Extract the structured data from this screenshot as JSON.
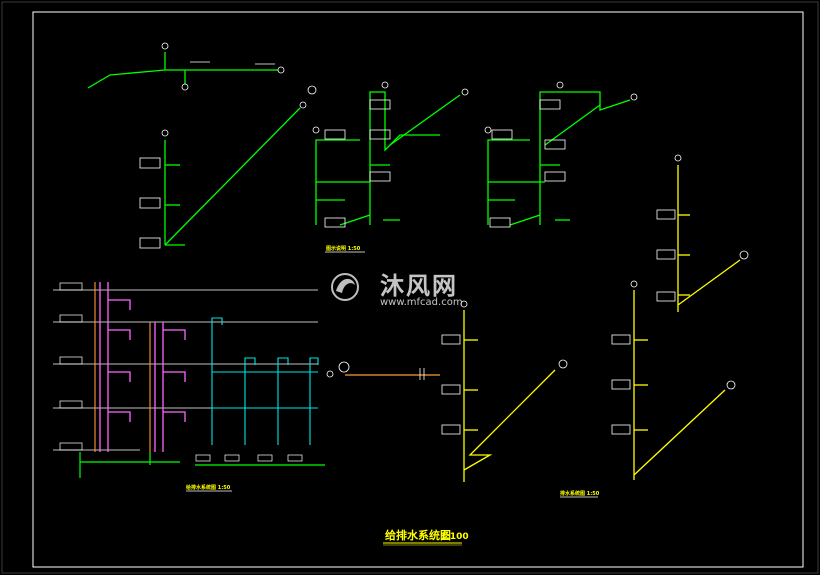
{
  "drawing": {
    "main_title": "给排水系统图",
    "main_scale": "1:100",
    "sub_captions": [
      "图示说明 1:50",
      "给排水系统图 1:50",
      "排水系统图 1:50"
    ]
  },
  "watermark": {
    "cn": "沐风网",
    "url": "www.mfcad.com"
  },
  "colors": {
    "background": "#000000",
    "frame": "#ffffff",
    "water_pipe": "#00ff00",
    "drain_pipe": "#ffff00",
    "hot_pipe": "#ff66ff",
    "vent_pipe": "#00e5e5",
    "gas_pipe": "#ff9933",
    "tag": "#ffffff"
  }
}
